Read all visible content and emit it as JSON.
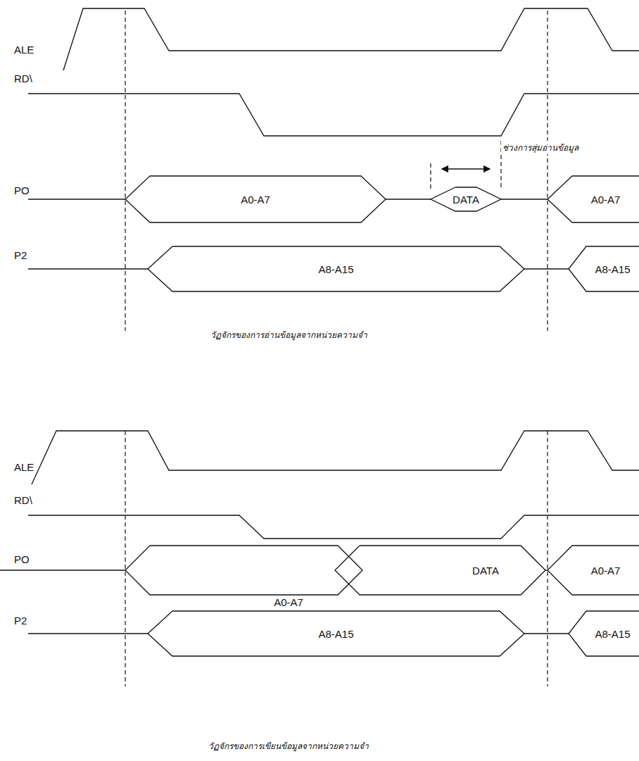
{
  "diagram": {
    "nodes": [
      {
        "text": [
          "A0-A7"
        ]
      },
      {
        "text": [
          "DATA"
        ]
      },
      {
        "text": [
          "A0-A7"
        ]
      },
      {
        "text": [
          "A8-A15"
        ]
      },
      {
        "text": [
          "A8-A15"
        ]
      },
      {
        "text": [
          "A0-A7"
        ]
      },
      {
        "text": [
          "DATA"
        ]
      },
      {
        "text": [
          "A0-A7"
        ]
      },
      {
        "text": [
          "A8-A15"
        ]
      },
      {
        "text": [
          "A8-A15"
        ]
      }
    ],
    "labels": [
      "ALE",
      "RD\\",
      "PO",
      "ช่วงการสุ่มอ่านข้อมูล",
      "P2",
      "วัฏจักรของการอ่านข้อมูลจากหน่วยความจำ",
      "ALE",
      "RD\\",
      "PO",
      "P2",
      "วัฏจักรของการเขียนข้อมูลจากหน่วยความจำ"
    ]
  }
}
